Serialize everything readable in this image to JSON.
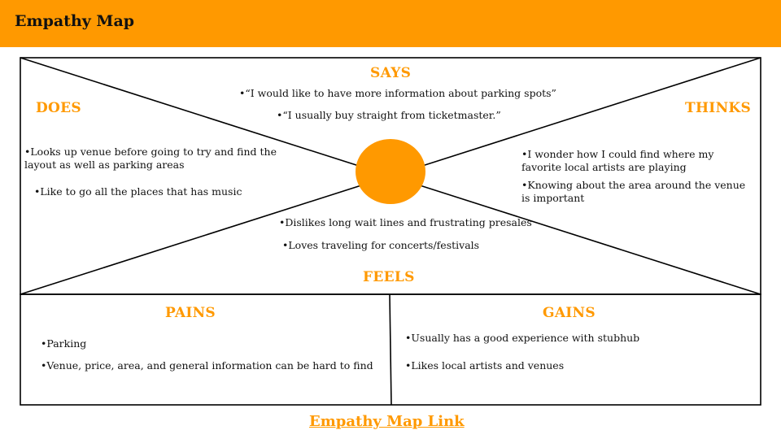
{
  "page": {
    "title": "Empathy Map"
  },
  "accent_color": "#FF9900",
  "empathy_map": {
    "says": {
      "heading": "SAYS",
      "items": [
        "•“I would like to have more information about parking spots”",
        "•“I usually buy straight from ticketmaster.”"
      ]
    },
    "does": {
      "heading": "DOES",
      "items": [
        "•Looks up venue before going to try and find the layout as well as parking areas",
        "•Like to go all the places that has music"
      ]
    },
    "thinks": {
      "heading": "THINKS",
      "items": [
        "•I wonder how I could find where my favorite local artists are playing",
        "•Knowing about the area around the venue is important"
      ]
    },
    "feels": {
      "heading": "FEELS",
      "items": [
        "•Dislikes long wait lines and frustrating presales",
        "•Loves traveling for concerts/festivals"
      ]
    }
  },
  "pains": {
    "heading": "PAINS",
    "items": [
      "•Parking",
      "•Venue, price, area, and general information can be hard to find"
    ]
  },
  "gains": {
    "heading": "GAINS",
    "items": [
      "•Usually has a good experience with stubhub",
      "•Likes local artists and venues"
    ]
  },
  "footer": {
    "link_label": "Empathy Map Link"
  }
}
